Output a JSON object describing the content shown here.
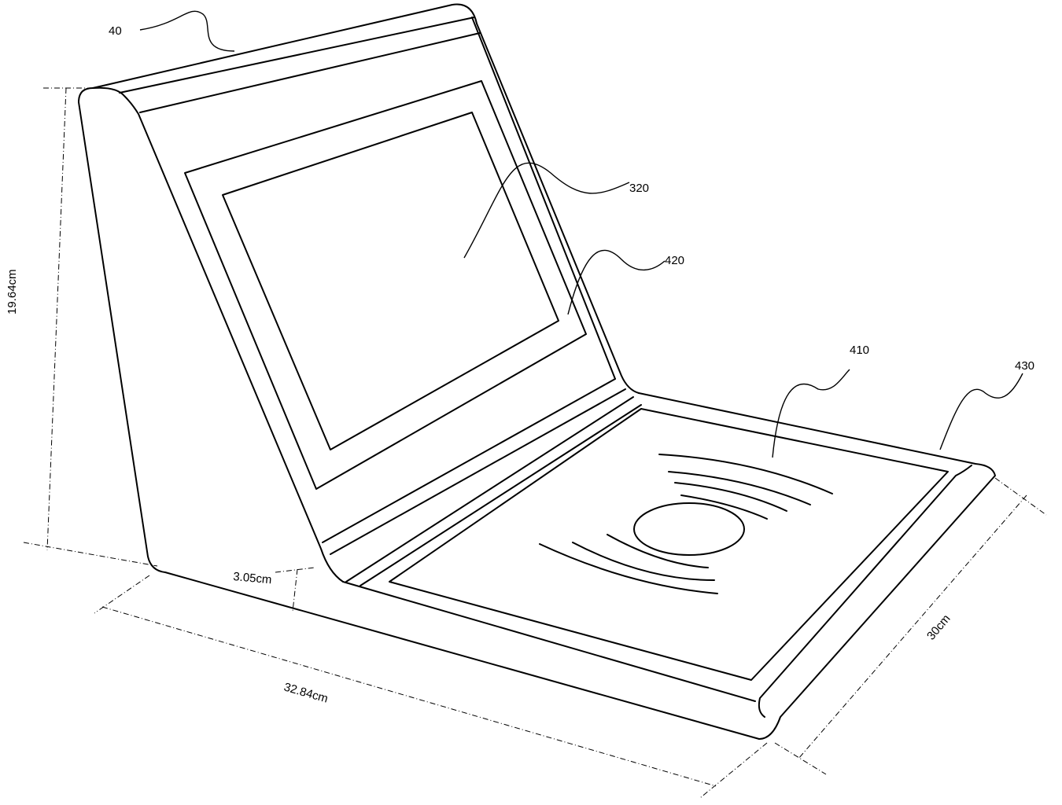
{
  "figure": {
    "labels": {
      "ref_40": "40",
      "ref_320": "320",
      "ref_420": "420",
      "ref_410": "410",
      "ref_430": "430"
    },
    "dimensions": {
      "height": "19.64cm",
      "seat_thickness": "3.05cm",
      "length": "32.84cm",
      "width": "30cm"
    }
  }
}
